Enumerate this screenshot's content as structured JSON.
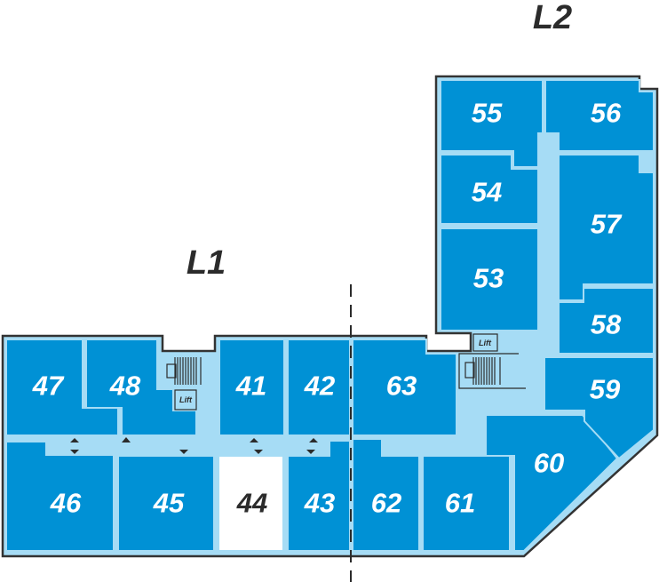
{
  "levels": {
    "l1": "L1",
    "l2": "L2"
  },
  "lift_label": "Lift",
  "colors": {
    "room": "#0091d5",
    "corridor": "#a6dcf5",
    "highlight": "#ffffff",
    "outline": "#333333"
  },
  "rooms": {
    "r41": "41",
    "r42": "42",
    "r43": "43",
    "r44": "44",
    "r45": "45",
    "r46": "46",
    "r47": "47",
    "r48": "48",
    "r53": "53",
    "r54": "54",
    "r55": "55",
    "r56": "56",
    "r57": "57",
    "r58": "58",
    "r59": "59",
    "r60": "60",
    "r61": "61",
    "r62": "62",
    "r63": "63"
  },
  "highlighted_room": "44"
}
